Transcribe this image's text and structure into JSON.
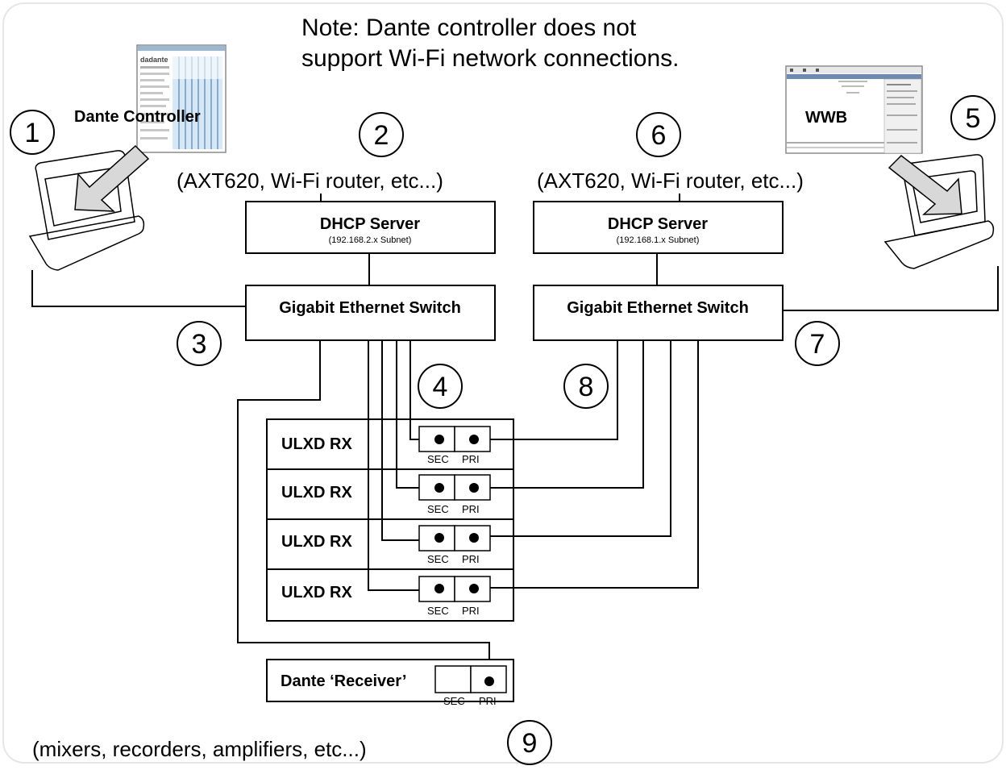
{
  "note": {
    "line1": "Note: Dante controller does not",
    "line2": "support Wi-Fi network connections."
  },
  "left_network": {
    "computer_label": "Dante Controller",
    "app_logo_text": "dadante",
    "server_types": "(AXT620, Wi-Fi router, etc...)",
    "dhcp_title": "DHCP Server",
    "dhcp_subnet": "(192.168.2.x Subnet)",
    "switch_label": "Gigabit Ethernet Switch"
  },
  "right_network": {
    "computer_label": "WWB",
    "server_types": "(AXT620, Wi-Fi router, etc...)",
    "dhcp_title": "DHCP Server",
    "dhcp_subnet": "(192.168.1.x Subnet)",
    "switch_label": "Gigabit Ethernet Switch"
  },
  "receivers": [
    {
      "label": "ULXD RX",
      "sec": "SEC",
      "pri": "PRI"
    },
    {
      "label": "ULXD RX",
      "sec": "SEC",
      "pri": "PRI"
    },
    {
      "label": "ULXD RX",
      "sec": "SEC",
      "pri": "PRI"
    },
    {
      "label": "ULXD RX",
      "sec": "SEC",
      "pri": "PRI"
    }
  ],
  "dante_receiver": {
    "label": "Dante ‘Receiver’",
    "sec": "SEC",
    "pri": "PRI"
  },
  "bottom_caption": "(mixers, recorders, amplifiers, etc...)",
  "numbers": [
    "1",
    "2",
    "3",
    "4",
    "5",
    "6",
    "7",
    "8",
    "9"
  ]
}
